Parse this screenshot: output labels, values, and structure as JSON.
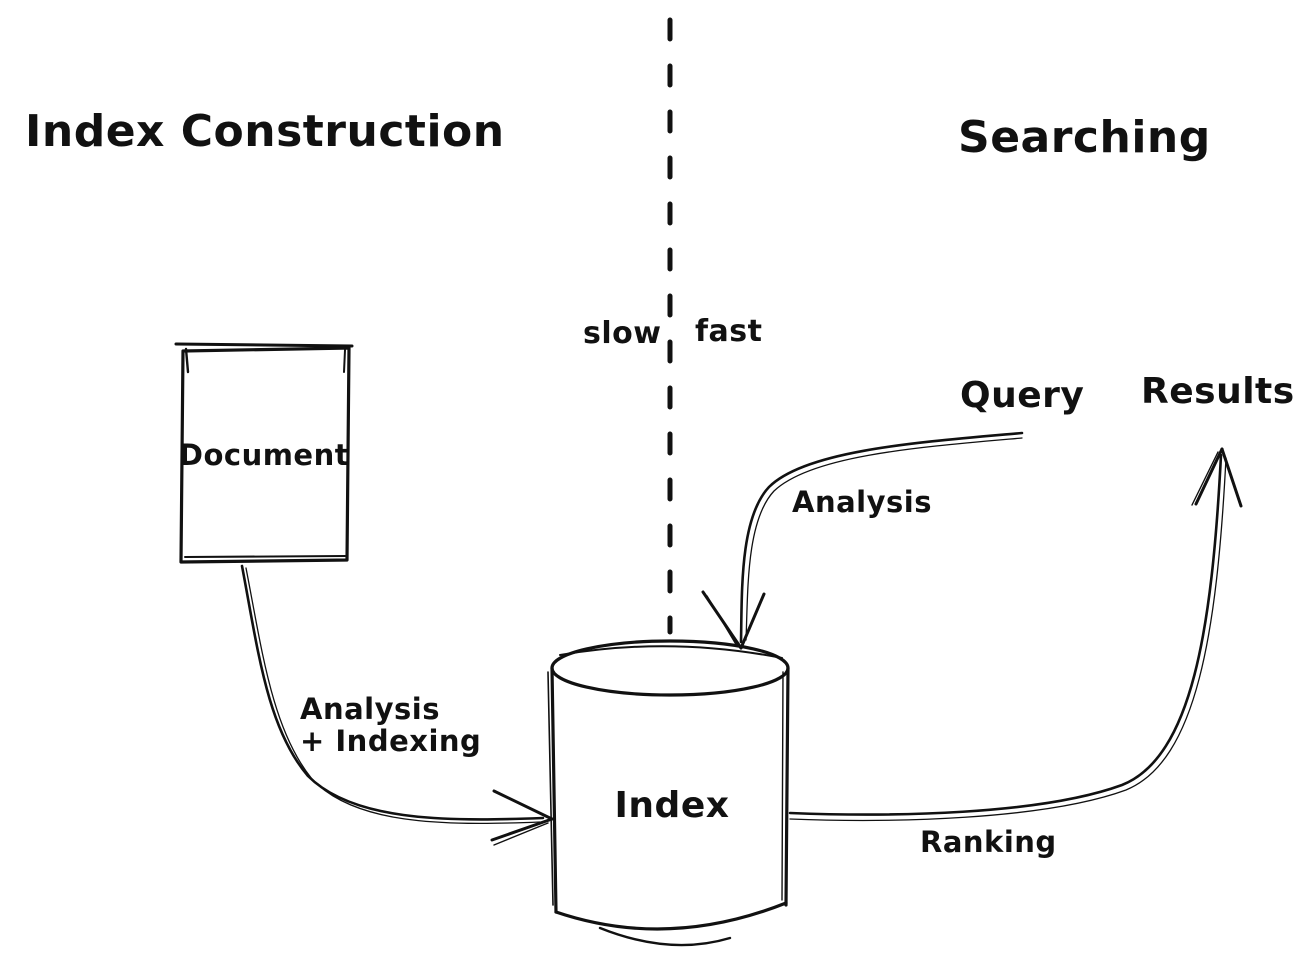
{
  "colors": {
    "background": "#ffffff",
    "ink": "#111111"
  },
  "titles": {
    "left": "Index Construction",
    "right": "Searching"
  },
  "divider": {
    "left_label": "slow",
    "right_label": "fast"
  },
  "nodes": {
    "document": {
      "label": "Document"
    },
    "index": {
      "label": "Index"
    },
    "query": {
      "label": "Query"
    },
    "results": {
      "label": "Results"
    }
  },
  "edges": {
    "document_to_index": {
      "label_line1": "Analysis",
      "label_line2": "+ Indexing"
    },
    "query_to_index": {
      "label": "Analysis"
    },
    "index_to_results": {
      "label": "Ranking"
    }
  }
}
